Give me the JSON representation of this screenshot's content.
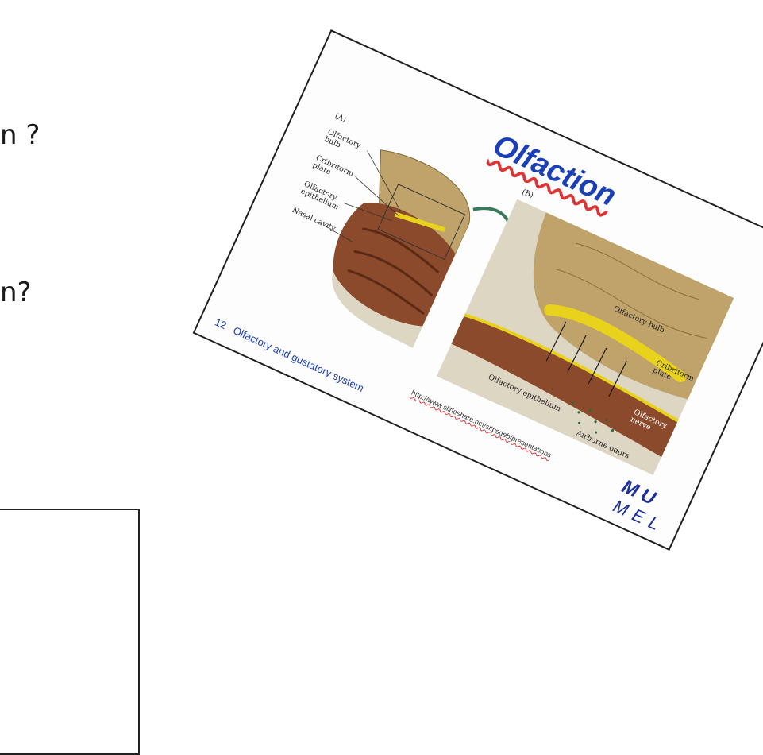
{
  "background": {
    "line1": "n ?",
    "line2": "n?"
  },
  "slide": {
    "title": "Olfaction",
    "figure_a": {
      "panel_label": "(A)",
      "labels": [
        "Olfactory bulb",
        "Cribriform plate",
        "Olfactory epithelium",
        "Nasal cavity"
      ]
    },
    "figure_b": {
      "panel_label": "(B)",
      "labels": [
        "Olfactory bulb",
        "Cribriform plate",
        "Olfactory nerve",
        "Olfactory epithelium",
        "Airborne odors"
      ]
    },
    "footer_number": "12",
    "footer_text": "Olfactory and gustatory system",
    "source_url": "http://www.slideshare.net/sitpsdeb/presentations",
    "logo_line1": "MU",
    "logo_line2": "MEL"
  },
  "colors": {
    "title_blue": "#1b3fb6",
    "tissue_brown": "#8b4a2b",
    "bulb_yellow": "#e8d21c",
    "brain_tan": "#bfa36a",
    "bone_beige": "#ddd6c2"
  }
}
